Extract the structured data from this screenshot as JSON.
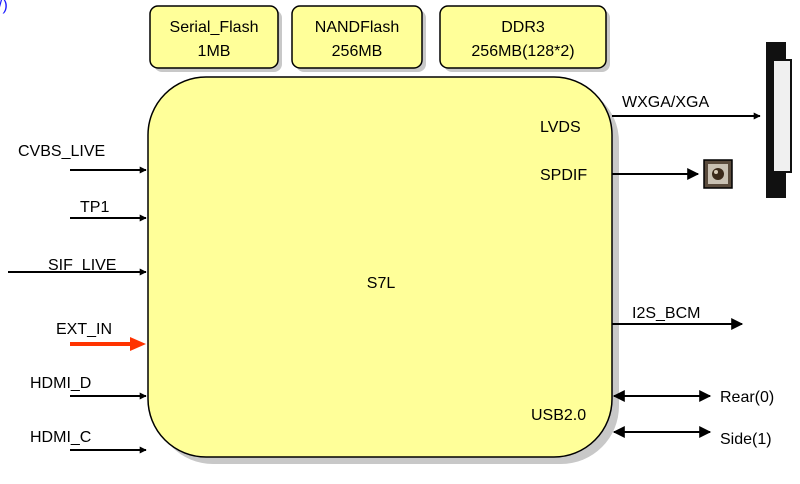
{
  "corner_text": "/)",
  "memory": [
    {
      "line1": "Serial_Flash",
      "line2": "1MB"
    },
    {
      "line1": "NANDFlash",
      "line2": "256MB"
    },
    {
      "line1": "DDR3",
      "line2": "256MB(128*2)"
    }
  ],
  "chip": {
    "name": "S7L",
    "ports": {
      "lvds": "LVDS",
      "spdif": "SPDIF",
      "usb": "USB2.0"
    }
  },
  "inputs": {
    "cvbs": "CVBS_LIVE",
    "tp1": "TP1",
    "sif": "SIF_LIVE",
    "ext_in": "EXT_IN",
    "hdmi_d": "HDMI_D",
    "hdmi_c": "HDMI_C"
  },
  "outputs": {
    "wxga": "WXGA/XGA",
    "i2s": "I2S_BCM",
    "rear": "Rear(0)",
    "side": "Side(1)"
  },
  "colors": {
    "box_fill": "#ffff99",
    "stroke": "#000000",
    "highlight_arrow": "#ff3300",
    "shadow": "#c8c8c8"
  }
}
